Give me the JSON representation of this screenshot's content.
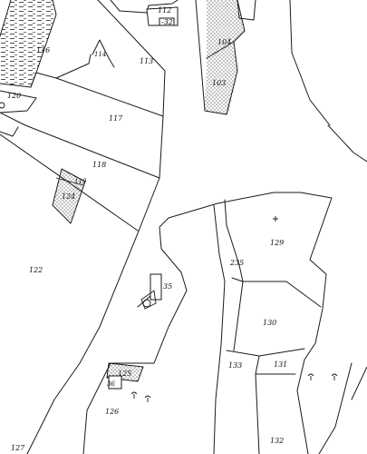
{
  "map": {
    "colors": {
      "paper": "#ffffff",
      "line": "#1a1a1a",
      "dotted_hatch": "#333333",
      "dash_hatch": "#222222"
    },
    "parcels": [
      {
        "key": "p112",
        "label": "112"
      },
      {
        "key": "p32",
        "label": "-32"
      },
      {
        "key": "p104",
        "label": "104"
      },
      {
        "key": "p116",
        "label": "116"
      },
      {
        "key": "p114",
        "label": "114"
      },
      {
        "key": "p113",
        "label": "113"
      },
      {
        "key": "p103",
        "label": "103"
      },
      {
        "key": "p120",
        "label": "120"
      },
      {
        "key": "p117",
        "label": "117"
      },
      {
        "key": "p118",
        "label": "118"
      },
      {
        "key": "p119",
        "label": "119"
      },
      {
        "key": "p124",
        "label": "124"
      },
      {
        "key": "p129",
        "label": "129"
      },
      {
        "key": "p235",
        "label": "235"
      },
      {
        "key": "p122",
        "label": "122"
      },
      {
        "key": "p35",
        "label": "35"
      },
      {
        "key": "p130",
        "label": "130"
      },
      {
        "key": "p133",
        "label": "133"
      },
      {
        "key": "p131",
        "label": "131"
      },
      {
        "key": "p125",
        "label": "125"
      },
      {
        "key": "p36",
        "label": "36"
      },
      {
        "key": "p126",
        "label": "126"
      },
      {
        "key": "p132",
        "label": "132"
      },
      {
        "key": "p127",
        "label": "127"
      }
    ],
    "symbols": [
      {
        "key": "tree_1",
        "icon": "tree-symbol-icon"
      },
      {
        "key": "tree_2",
        "icon": "tree-symbol-icon"
      },
      {
        "key": "tree_3",
        "icon": "tree-symbol-icon"
      },
      {
        "key": "tree_4",
        "icon": "tree-symbol-icon"
      },
      {
        "key": "well",
        "icon": "well-symbol-icon"
      },
      {
        "key": "cross",
        "icon": "cross-mark-icon"
      }
    ]
  }
}
